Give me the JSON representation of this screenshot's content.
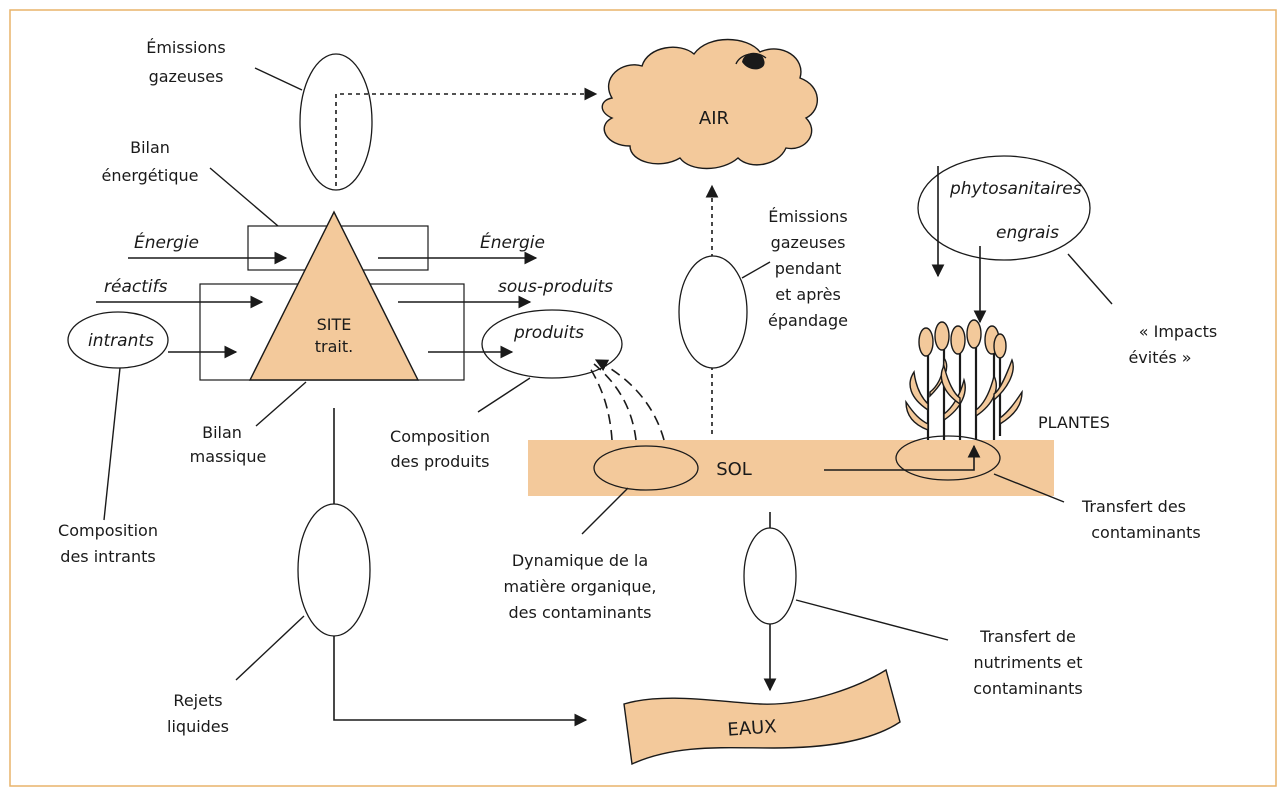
{
  "colors": {
    "frame": "#e8b36a",
    "fill": "#f3c99b",
    "ink": "#1a1a1a"
  },
  "nodes": {
    "air": "AIR",
    "site_line1": "SITE",
    "site_line2": "trait.",
    "sol": "SOL",
    "eaux": "EAUX",
    "plantes": "PLANTES"
  },
  "flows": {
    "energie_in": "Énergie",
    "energie_out": "Énergie",
    "reactifs": "réactifs",
    "intrants": "intrants",
    "sous_produits": "sous-produits",
    "produits": "produits",
    "phytosanitaires": "phytosanitaires",
    "engrais": "engrais"
  },
  "labels": {
    "emissions_gazeuses": [
      "Émissions",
      "gazeuses"
    ],
    "bilan_energetique": [
      "Bilan",
      "énergétique"
    ],
    "bilan_massique": [
      "Bilan",
      "massique"
    ],
    "composition_intrants": [
      "Composition",
      "des intrants"
    ],
    "composition_produits": [
      "Composition",
      "des produits"
    ],
    "emissions_epandage": [
      "Émissions",
      "gazeuses",
      "pendant",
      "et après",
      "épandage"
    ],
    "impacts_evites": [
      "« Impacts",
      "évités »"
    ],
    "dynamique": [
      "Dynamique de la",
      "matière organique,",
      "des contaminants"
    ],
    "transfert_contaminants": [
      "Transfert des",
      "contaminants"
    ],
    "rejets_liquides": [
      "Rejets",
      "liquides"
    ],
    "transfert_nutriments": [
      "Transfert de",
      "nutriments et",
      "contaminants"
    ]
  }
}
